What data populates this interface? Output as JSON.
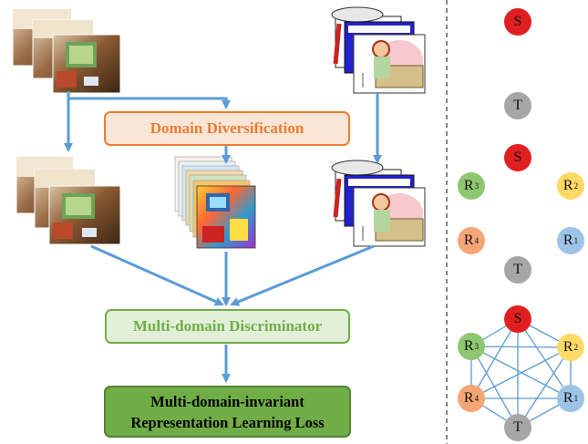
{
  "boxes": {
    "domain_diversification": "Domain Diversification",
    "multi_domain_discriminator": "Multi-domain Discriminator",
    "loss_line1": "Multi-domain-invariant",
    "loss_line2": "Representation Learning Loss"
  },
  "nodes": {
    "S": "S",
    "T": "T",
    "R": "R",
    "sub1": "1",
    "sub2": "2",
    "sub3": "3",
    "sub4": "4"
  },
  "colors": {
    "arrow": "#5b9bd5",
    "S": "#e02020",
    "T": "#a6a6a6",
    "R1": "#9dc3e6",
    "R2": "#ffd966",
    "R3": "#8fc770",
    "R4": "#f4a674",
    "diversification_border": "#ed7d31",
    "discriminator_border": "#70ad47",
    "loss_fill": "#70ad47"
  }
}
